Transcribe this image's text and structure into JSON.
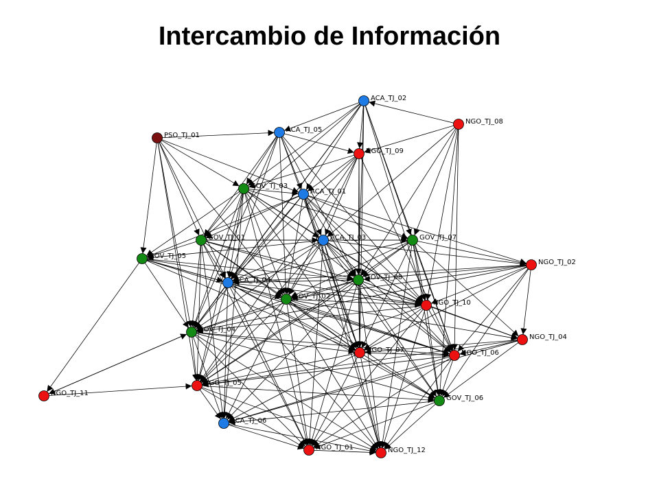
{
  "title": "Intercambio de Información",
  "colors": {
    "ACA": "#1e7be6",
    "GOV": "#138a13",
    "NGO": "#ee1111",
    "PSO": "#7a1010",
    "edge": "#000000"
  },
  "nodes": [
    {
      "id": "ACA_TJ_02",
      "type": "ACA"
    },
    {
      "id": "NGO_TJ_08",
      "type": "NGO"
    },
    {
      "id": "PSO_TJ_01",
      "type": "PSO"
    },
    {
      "id": "ACA_TJ_05",
      "type": "ACA"
    },
    {
      "id": "NGO_TJ_09",
      "type": "NGO"
    },
    {
      "id": "GOV_TJ_03",
      "type": "GOV"
    },
    {
      "id": "ACA_TJ_01",
      "type": "ACA"
    },
    {
      "id": "GOV_TJ_01",
      "type": "GOV"
    },
    {
      "id": "ACA_TJ_03",
      "type": "ACA"
    },
    {
      "id": "GOV_TJ_07",
      "type": "GOV"
    },
    {
      "id": "GOV_TJ_05",
      "type": "GOV"
    },
    {
      "id": "NGO_TJ_02",
      "type": "NGO"
    },
    {
      "id": "GOV_TJ_08",
      "type": "GOV"
    },
    {
      "id": "ACA_TJ_04",
      "type": "ACA"
    },
    {
      "id": "GOV_TJ_02",
      "type": "GOV"
    },
    {
      "id": "NGO_TJ_10",
      "type": "NGO"
    },
    {
      "id": "GOV_TJ_04",
      "type": "GOV"
    },
    {
      "id": "NGO_TJ_04",
      "type": "NGO"
    },
    {
      "id": "NGO_TJ_07",
      "type": "NGO"
    },
    {
      "id": "NGO_TJ_06",
      "type": "NGO"
    },
    {
      "id": "NGO_TJ_05",
      "type": "NGO"
    },
    {
      "id": "NGO_TJ_11",
      "type": "NGO"
    },
    {
      "id": "GOV_TJ_06",
      "type": "GOV"
    },
    {
      "id": "ACA_TJ_06",
      "type": "ACA"
    },
    {
      "id": "NGO_TJ_01",
      "type": "NGO"
    },
    {
      "id": "NGO_TJ_12",
      "type": "NGO"
    }
  ],
  "edges": [
    [
      "PSO_TJ_01",
      "ACA_TJ_05"
    ],
    [
      "PSO_TJ_01",
      "GOV_TJ_05"
    ],
    [
      "PSO_TJ_01",
      "GOV_TJ_03"
    ],
    [
      "PSO_TJ_01",
      "GOV_TJ_01"
    ],
    [
      "PSO_TJ_01",
      "ACA_TJ_04"
    ],
    [
      "PSO_TJ_01",
      "GOV_TJ_04"
    ],
    [
      "PSO_TJ_01",
      "ACA_TJ_01"
    ],
    [
      "PSO_TJ_01",
      "NGO_TJ_05"
    ],
    [
      "PSO_TJ_01",
      "GOV_TJ_02"
    ],
    [
      "NGO_TJ_08",
      "ACA_TJ_02"
    ],
    [
      "NGO_TJ_08",
      "NGO_TJ_09"
    ],
    [
      "NGO_TJ_08",
      "GOV_TJ_07"
    ],
    [
      "NGO_TJ_08",
      "NGO_TJ_10"
    ],
    [
      "NGO_TJ_08",
      "GOV_TJ_08"
    ],
    [
      "NGO_TJ_08",
      "NGO_TJ_06"
    ],
    [
      "NGO_TJ_08",
      "ACA_TJ_03"
    ],
    [
      "NGO_TJ_08",
      "GOV_TJ_06"
    ],
    [
      "ACA_TJ_02",
      "NGO_TJ_09"
    ],
    [
      "ACA_TJ_02",
      "GOV_TJ_03"
    ],
    [
      "ACA_TJ_02",
      "ACA_TJ_01"
    ],
    [
      "ACA_TJ_02",
      "GOV_TJ_01"
    ],
    [
      "ACA_TJ_02",
      "GOV_TJ_07"
    ],
    [
      "ACA_TJ_02",
      "NGO_TJ_10"
    ],
    [
      "ACA_TJ_02",
      "GOV_TJ_08"
    ],
    [
      "ACA_TJ_02",
      "ACA_TJ_04"
    ],
    [
      "ACA_TJ_02",
      "NGO_TJ_07"
    ],
    [
      "ACA_TJ_02",
      "GOV_TJ_04"
    ],
    [
      "ACA_TJ_02",
      "NGO_TJ_06"
    ],
    [
      "ACA_TJ_02",
      "ACA_TJ_05"
    ],
    [
      "ACA_TJ_05",
      "NGO_TJ_09"
    ],
    [
      "ACA_TJ_05",
      "GOV_TJ_03"
    ],
    [
      "ACA_TJ_05",
      "ACA_TJ_01"
    ],
    [
      "ACA_TJ_05",
      "GOV_TJ_01"
    ],
    [
      "ACA_TJ_05",
      "GOV_TJ_08"
    ],
    [
      "ACA_TJ_05",
      "ACA_TJ_04"
    ],
    [
      "ACA_TJ_05",
      "GOV_TJ_02"
    ],
    [
      "ACA_TJ_05",
      "NGO_TJ_07"
    ],
    [
      "ACA_TJ_05",
      "GOV_TJ_04"
    ],
    [
      "ACA_TJ_05",
      "NGO_TJ_10"
    ],
    [
      "NGO_TJ_09",
      "ACA_TJ_01"
    ],
    [
      "NGO_TJ_09",
      "ACA_TJ_03"
    ],
    [
      "NGO_TJ_09",
      "GOV_TJ_08"
    ],
    [
      "NGO_TJ_09",
      "NGO_TJ_07"
    ],
    [
      "NGO_TJ_09",
      "GOV_TJ_02"
    ],
    [
      "NGO_TJ_09",
      "ACA_TJ_04"
    ],
    [
      "NGO_TJ_09",
      "NGO_TJ_06"
    ],
    [
      "NGO_TJ_09",
      "GOV_TJ_03"
    ],
    [
      "NGO_TJ_09",
      "NGO_TJ_05"
    ],
    [
      "GOV_TJ_03",
      "ACA_TJ_01"
    ],
    [
      "GOV_TJ_03",
      "GOV_TJ_01"
    ],
    [
      "GOV_TJ_03",
      "ACA_TJ_03"
    ],
    [
      "GOV_TJ_03",
      "GOV_TJ_07"
    ],
    [
      "GOV_TJ_03",
      "ACA_TJ_04"
    ],
    [
      "GOV_TJ_03",
      "GOV_TJ_02"
    ],
    [
      "GOV_TJ_03",
      "GOV_TJ_08"
    ],
    [
      "GOV_TJ_03",
      "NGO_TJ_10"
    ],
    [
      "GOV_TJ_03",
      "NGO_TJ_07"
    ],
    [
      "GOV_TJ_03",
      "GOV_TJ_04"
    ],
    [
      "GOV_TJ_03",
      "NGO_TJ_05"
    ],
    [
      "GOV_TJ_03",
      "ACA_TJ_06"
    ],
    [
      "GOV_TJ_03",
      "NGO_TJ_01"
    ],
    [
      "GOV_TJ_03",
      "GOV_TJ_05"
    ],
    [
      "ACA_TJ_01",
      "GOV_TJ_01"
    ],
    [
      "ACA_TJ_01",
      "ACA_TJ_03"
    ],
    [
      "ACA_TJ_01",
      "GOV_TJ_07"
    ],
    [
      "ACA_TJ_01",
      "GOV_TJ_08"
    ],
    [
      "ACA_TJ_01",
      "ACA_TJ_04"
    ],
    [
      "ACA_TJ_01",
      "GOV_TJ_02"
    ],
    [
      "ACA_TJ_01",
      "NGO_TJ_10"
    ],
    [
      "ACA_TJ_01",
      "NGO_TJ_07"
    ],
    [
      "ACA_TJ_01",
      "GOV_TJ_04"
    ],
    [
      "ACA_TJ_01",
      "NGO_TJ_06"
    ],
    [
      "ACA_TJ_01",
      "NGO_TJ_02"
    ],
    [
      "ACA_TJ_01",
      "NGO_TJ_12"
    ],
    [
      "ACA_TJ_01",
      "GOV_TJ_05"
    ],
    [
      "GOV_TJ_01",
      "ACA_TJ_03"
    ],
    [
      "GOV_TJ_01",
      "GOV_TJ_05"
    ],
    [
      "GOV_TJ_01",
      "ACA_TJ_04"
    ],
    [
      "GOV_TJ_01",
      "GOV_TJ_02"
    ],
    [
      "GOV_TJ_01",
      "GOV_TJ_08"
    ],
    [
      "GOV_TJ_01",
      "GOV_TJ_04"
    ],
    [
      "GOV_TJ_01",
      "NGO_TJ_07"
    ],
    [
      "GOV_TJ_01",
      "NGO_TJ_05"
    ],
    [
      "GOV_TJ_01",
      "ACA_TJ_06"
    ],
    [
      "GOV_TJ_01",
      "NGO_TJ_10"
    ],
    [
      "GOV_TJ_01",
      "NGO_TJ_01"
    ],
    [
      "GOV_TJ_01",
      "GOV_TJ_07"
    ],
    [
      "ACA_TJ_03",
      "GOV_TJ_07"
    ],
    [
      "ACA_TJ_03",
      "GOV_TJ_08"
    ],
    [
      "ACA_TJ_03",
      "ACA_TJ_04"
    ],
    [
      "ACA_TJ_03",
      "GOV_TJ_02"
    ],
    [
      "ACA_TJ_03",
      "NGO_TJ_10"
    ],
    [
      "ACA_TJ_03",
      "NGO_TJ_07"
    ],
    [
      "ACA_TJ_03",
      "GOV_TJ_04"
    ],
    [
      "ACA_TJ_03",
      "NGO_TJ_06"
    ],
    [
      "ACA_TJ_03",
      "NGO_TJ_05"
    ],
    [
      "ACA_TJ_03",
      "GOV_TJ_06"
    ],
    [
      "ACA_TJ_03",
      "NGO_TJ_01"
    ],
    [
      "ACA_TJ_03",
      "NGO_TJ_12"
    ],
    [
      "ACA_TJ_03",
      "NGO_TJ_02"
    ],
    [
      "ACA_TJ_03",
      "GOV_TJ_05"
    ],
    [
      "GOV_TJ_07",
      "NGO_TJ_02"
    ],
    [
      "GOV_TJ_07",
      "GOV_TJ_08"
    ],
    [
      "GOV_TJ_07",
      "NGO_TJ_10"
    ],
    [
      "GOV_TJ_07",
      "NGO_TJ_07"
    ],
    [
      "GOV_TJ_07",
      "GOV_TJ_02"
    ],
    [
      "GOV_TJ_07",
      "NGO_TJ_06"
    ],
    [
      "GOV_TJ_07",
      "ACA_TJ_04"
    ],
    [
      "GOV_TJ_07",
      "GOV_TJ_06"
    ],
    [
      "GOV_TJ_07",
      "NGO_TJ_12"
    ],
    [
      "GOV_TJ_07",
      "NGO_TJ_04"
    ],
    [
      "GOV_TJ_07",
      "NGO_TJ_05"
    ],
    [
      "GOV_TJ_05",
      "ACA_TJ_04"
    ],
    [
      "GOV_TJ_05",
      "GOV_TJ_02"
    ],
    [
      "GOV_TJ_05",
      "NGO_TJ_11"
    ],
    [
      "GOV_TJ_05",
      "GOV_TJ_08"
    ],
    [
      "GOV_TJ_05",
      "NGO_TJ_10"
    ],
    [
      "GOV_TJ_05",
      "NGO_TJ_07"
    ],
    [
      "GOV_TJ_05",
      "NGO_TJ_06"
    ],
    [
      "GOV_TJ_05",
      "GOV_TJ_04"
    ],
    [
      "NGO_TJ_02",
      "NGO_TJ_04"
    ],
    [
      "NGO_TJ_02",
      "GOV_TJ_08"
    ],
    [
      "NGO_TJ_02",
      "NGO_TJ_10"
    ],
    [
      "NGO_TJ_02",
      "NGO_TJ_07"
    ],
    [
      "NGO_TJ_02",
      "GOV_TJ_02"
    ],
    [
      "NGO_TJ_02",
      "NGO_TJ_06"
    ],
    [
      "NGO_TJ_02",
      "GOV_TJ_06"
    ],
    [
      "NGO_TJ_02",
      "ACA_TJ_04"
    ],
    [
      "NGO_TJ_02",
      "GOV_TJ_04"
    ],
    [
      "GOV_TJ_08",
      "ACA_TJ_04"
    ],
    [
      "GOV_TJ_08",
      "GOV_TJ_02"
    ],
    [
      "GOV_TJ_08",
      "NGO_TJ_10"
    ],
    [
      "GOV_TJ_08",
      "NGO_TJ_07"
    ],
    [
      "GOV_TJ_08",
      "GOV_TJ_04"
    ],
    [
      "GOV_TJ_08",
      "NGO_TJ_06"
    ],
    [
      "GOV_TJ_08",
      "NGO_TJ_05"
    ],
    [
      "GOV_TJ_08",
      "GOV_TJ_06"
    ],
    [
      "GOV_TJ_08",
      "ACA_TJ_06"
    ],
    [
      "GOV_TJ_08",
      "NGO_TJ_01"
    ],
    [
      "GOV_TJ_08",
      "NGO_TJ_12"
    ],
    [
      "GOV_TJ_08",
      "NGO_TJ_04"
    ],
    [
      "ACA_TJ_04",
      "GOV_TJ_02"
    ],
    [
      "ACA_TJ_04",
      "GOV_TJ_04"
    ],
    [
      "ACA_TJ_04",
      "NGO_TJ_07"
    ],
    [
      "ACA_TJ_04",
      "NGO_TJ_05"
    ],
    [
      "ACA_TJ_04",
      "ACA_TJ_06"
    ],
    [
      "ACA_TJ_04",
      "NGO_TJ_10"
    ],
    [
      "ACA_TJ_04",
      "NGO_TJ_06"
    ],
    [
      "ACA_TJ_04",
      "NGO_TJ_01"
    ],
    [
      "ACA_TJ_04",
      "NGO_TJ_12"
    ],
    [
      "ACA_TJ_04",
      "GOV_TJ_06"
    ],
    [
      "GOV_TJ_02",
      "NGO_TJ_10"
    ],
    [
      "GOV_TJ_02",
      "NGO_TJ_07"
    ],
    [
      "GOV_TJ_02",
      "GOV_TJ_04"
    ],
    [
      "GOV_TJ_02",
      "NGO_TJ_06"
    ],
    [
      "GOV_TJ_02",
      "NGO_TJ_05"
    ],
    [
      "GOV_TJ_02",
      "GOV_TJ_06"
    ],
    [
      "GOV_TJ_02",
      "ACA_TJ_06"
    ],
    [
      "GOV_TJ_02",
      "NGO_TJ_01"
    ],
    [
      "GOV_TJ_02",
      "NGO_TJ_12"
    ],
    [
      "GOV_TJ_02",
      "NGO_TJ_04"
    ],
    [
      "NGO_TJ_10",
      "NGO_TJ_07"
    ],
    [
      "NGO_TJ_10",
      "NGO_TJ_06"
    ],
    [
      "NGO_TJ_10",
      "GOV_TJ_06"
    ],
    [
      "NGO_TJ_10",
      "NGO_TJ_04"
    ],
    [
      "NGO_TJ_10",
      "GOV_TJ_04"
    ],
    [
      "NGO_TJ_10",
      "NGO_TJ_05"
    ],
    [
      "NGO_TJ_10",
      "NGO_TJ_01"
    ],
    [
      "NGO_TJ_10",
      "NGO_TJ_12"
    ],
    [
      "GOV_TJ_04",
      "NGO_TJ_05"
    ],
    [
      "GOV_TJ_04",
      "NGO_TJ_07"
    ],
    [
      "GOV_TJ_04",
      "ACA_TJ_06"
    ],
    [
      "GOV_TJ_04",
      "NGO_TJ_06"
    ],
    [
      "GOV_TJ_04",
      "NGO_TJ_01"
    ],
    [
      "GOV_TJ_04",
      "NGO_TJ_12"
    ],
    [
      "GOV_TJ_04",
      "GOV_TJ_06"
    ],
    [
      "GOV_TJ_04",
      "NGO_TJ_11"
    ],
    [
      "NGO_TJ_04",
      "NGO_TJ_06"
    ],
    [
      "NGO_TJ_04",
      "NGO_TJ_07"
    ],
    [
      "NGO_TJ_04",
      "GOV_TJ_06"
    ],
    [
      "NGO_TJ_04",
      "NGO_TJ_05"
    ],
    [
      "NGO_TJ_04",
      "ACA_TJ_06"
    ],
    [
      "NGO_TJ_07",
      "NGO_TJ_06"
    ],
    [
      "NGO_TJ_07",
      "NGO_TJ_05"
    ],
    [
      "NGO_TJ_07",
      "GOV_TJ_06"
    ],
    [
      "NGO_TJ_07",
      "ACA_TJ_06"
    ],
    [
      "NGO_TJ_07",
      "NGO_TJ_01"
    ],
    [
      "NGO_TJ_07",
      "NGO_TJ_12"
    ],
    [
      "NGO_TJ_06",
      "GOV_TJ_06"
    ],
    [
      "NGO_TJ_06",
      "NGO_TJ_05"
    ],
    [
      "NGO_TJ_06",
      "ACA_TJ_06"
    ],
    [
      "NGO_TJ_06",
      "NGO_TJ_01"
    ],
    [
      "NGO_TJ_06",
      "NGO_TJ_12"
    ],
    [
      "NGO_TJ_05",
      "ACA_TJ_06"
    ],
    [
      "NGO_TJ_05",
      "NGO_TJ_01"
    ],
    [
      "NGO_TJ_05",
      "NGO_TJ_12"
    ],
    [
      "NGO_TJ_05",
      "GOV_TJ_06"
    ],
    [
      "NGO_TJ_11",
      "NGO_TJ_05"
    ],
    [
      "NGO_TJ_11",
      "GOV_TJ_04"
    ],
    [
      "GOV_TJ_06",
      "ACA_TJ_06"
    ],
    [
      "GOV_TJ_06",
      "NGO_TJ_01"
    ],
    [
      "GOV_TJ_06",
      "NGO_TJ_12"
    ],
    [
      "ACA_TJ_06",
      "NGO_TJ_01"
    ],
    [
      "ACA_TJ_06",
      "NGO_TJ_12"
    ],
    [
      "NGO_TJ_01",
      "NGO_TJ_12"
    ]
  ]
}
